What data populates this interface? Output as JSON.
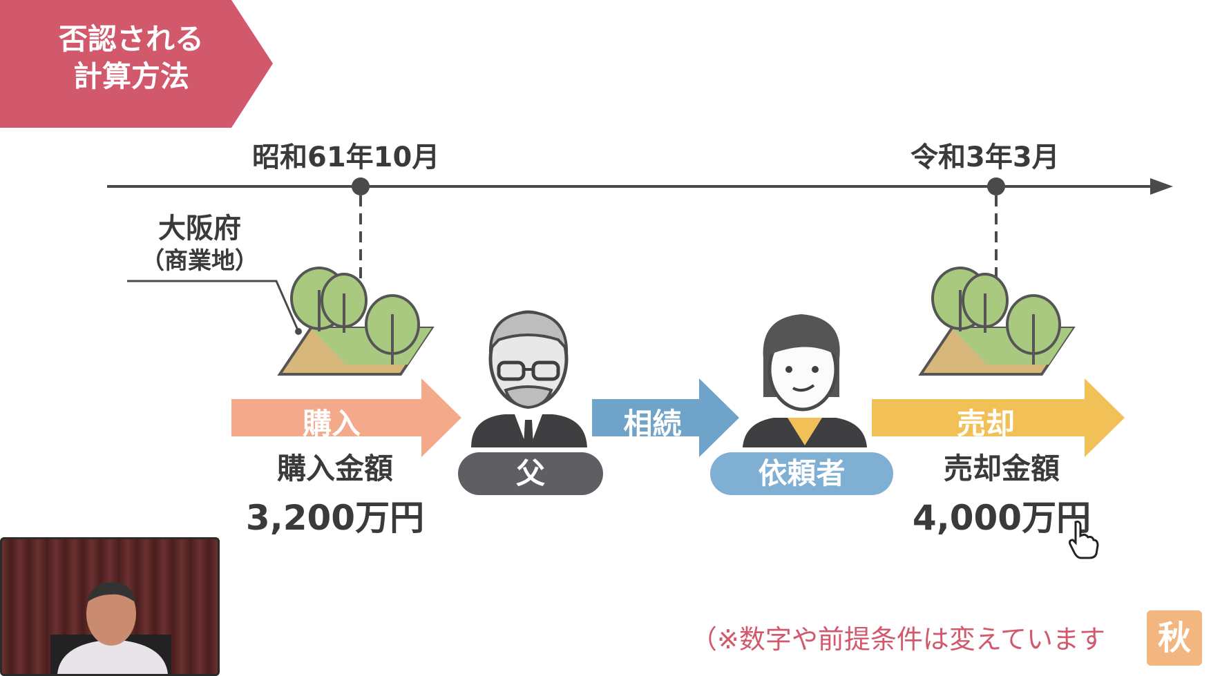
{
  "banner": {
    "line1": "否認される",
    "line2": "計算方法",
    "color": "#d2586b"
  },
  "timeline": {
    "start_date": "昭和61年10月",
    "end_date": "令和3年3月"
  },
  "property": {
    "location": "大阪府",
    "type": "（商業地）"
  },
  "purchase": {
    "arrow_label": "購入",
    "caption": "購入金額",
    "amount": "3,200万円",
    "color": "#f3a98a"
  },
  "father": {
    "label": "父",
    "color": "#5f5f63"
  },
  "inheritance": {
    "arrow_label": "相続",
    "color": "#6fa3c9"
  },
  "client": {
    "label": "依頼者",
    "color": "#7fb0d4"
  },
  "sale": {
    "arrow_label": "売却",
    "caption": "売却金額",
    "amount": "4,000万円",
    "color": "#f1c057"
  },
  "footnote": "（※数字や前提条件は変えています",
  "corner_logo": "秋"
}
